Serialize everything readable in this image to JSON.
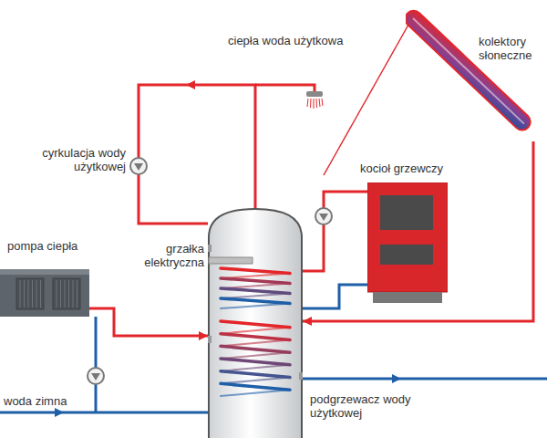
{
  "diagram": {
    "nodes": [
      {
        "text": [
          "kolektory słoneczne"
        ]
      },
      {
        "text": [
          "kocioł grzewczy"
        ]
      },
      {
        "text": [
          "pompa ciepła"
        ]
      },
      {
        "text": [
          "podgrzewacz wody użytkowej"
        ]
      }
    ],
    "edges": [
      {
        "from": 1,
        "to": 3,
        "arrow": "none"
      },
      {
        "from": 3,
        "to": 1,
        "arrow": "none"
      },
      {
        "from": 0,
        "to": 3,
        "arrow": "to"
      },
      {
        "from": 2,
        "to": 3,
        "arrow": "to"
      }
    ],
    "labels": [
      "ciepła woda użytkowa",
      "cyrkulacja wody użytkowej",
      "grzałka elektryczna",
      "woda zimna"
    ]
  }
}
